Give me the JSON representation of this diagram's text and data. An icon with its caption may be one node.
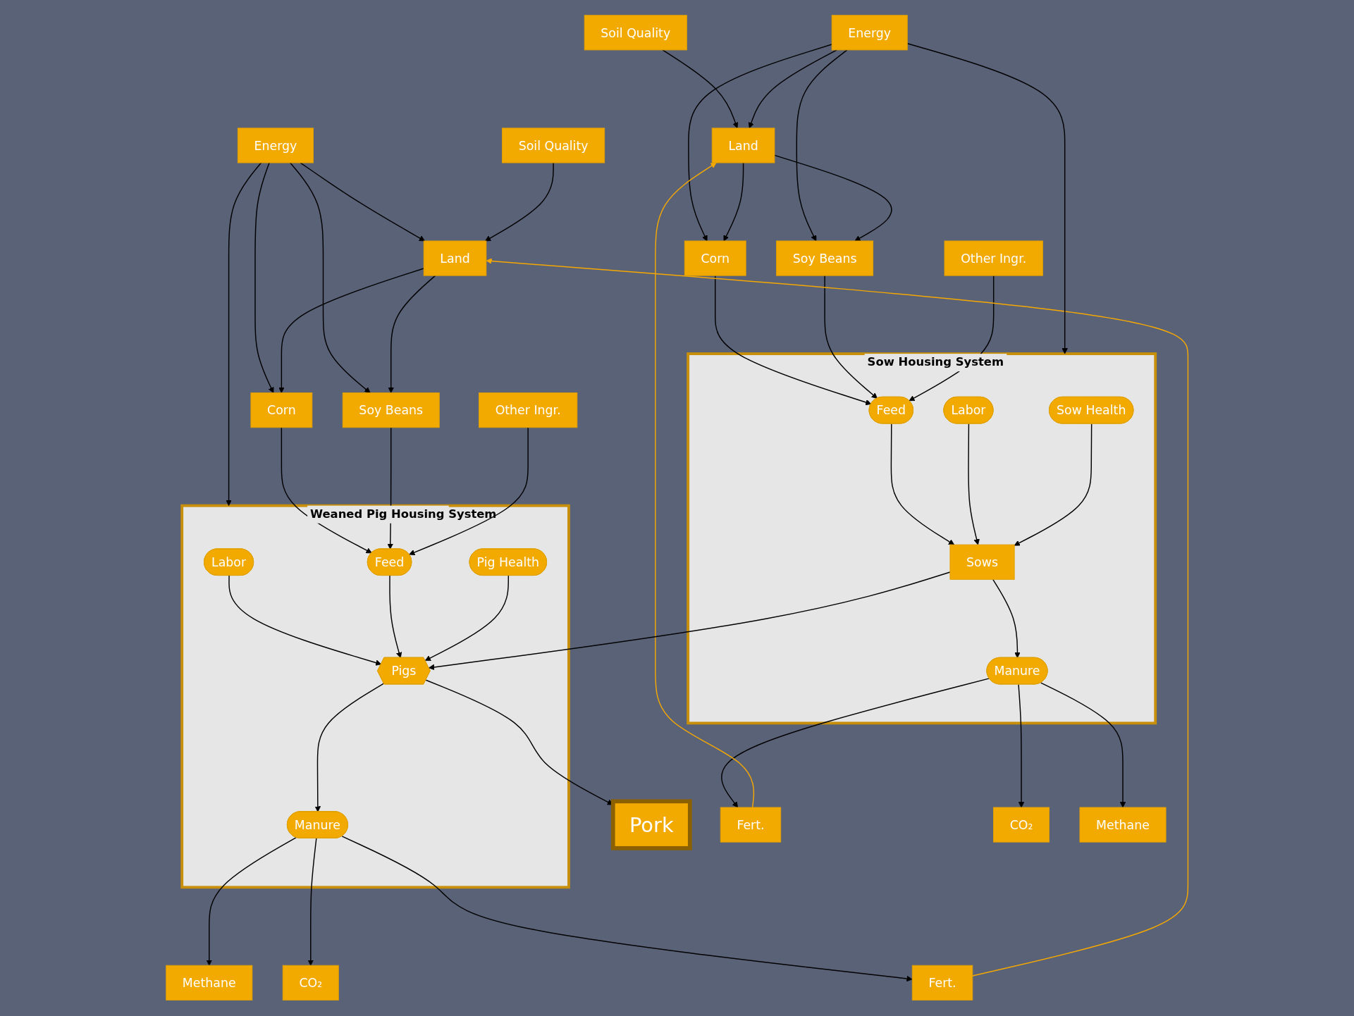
{
  "diagram": {
    "nodes": [
      {
        "text": [
          "Soil Quality"
        ]
      },
      {
        "text": [
          "Energy"
        ]
      },
      {
        "text": [
          "Energy"
        ]
      },
      {
        "text": [
          "Soil Quality"
        ]
      },
      {
        "text": [
          "Land"
        ]
      },
      {
        "text": [
          "Land"
        ]
      },
      {
        "text": [
          "Corn"
        ]
      },
      {
        "text": [
          "Soy Beans"
        ]
      },
      {
        "text": [
          "Other Ingr."
        ]
      },
      {
        "text": [
          "Corn"
        ]
      },
      {
        "text": [
          "Soy Beans"
        ]
      },
      {
        "text": [
          "Other Ingr."
        ]
      },
      {
        "text": [
          "Sow Housing System"
        ]
      },
      {
        "text": [
          "Feed"
        ],
        "in": 12
      },
      {
        "text": [
          "Labor"
        ],
        "in": 12
      },
      {
        "text": [
          "Sows"
        ],
        "in": 12
      },
      {
        "text": [
          "Sow Health"
        ],
        "in": 12
      },
      {
        "text": [
          "Manure"
        ],
        "in": 12
      },
      {
        "text": [
          "Weaned Pig Housing System"
        ]
      },
      {
        "text": [
          "Labor"
        ],
        "in": 18
      },
      {
        "text": [
          "Feed"
        ],
        "in": 18
      },
      {
        "text": [
          "Pig Health"
        ],
        "in": 18
      },
      {
        "text": [
          "Pigs"
        ],
        "in": 18
      },
      {
        "text": [
          "Manure"
        ],
        "in": 18
      },
      {
        "text": [
          "Pork"
        ]
      },
      {
        "text": [
          "Fert."
        ]
      },
      {
        "text": [
          "CO₂"
        ]
      },
      {
        "text": [
          "Methane"
        ]
      },
      {
        "text": [
          "Methane"
        ]
      },
      {
        "text": [
          "CO₂"
        ]
      },
      {
        "text": [
          "Fert."
        ]
      }
    ],
    "edges": [
      {
        "from": 0,
        "to": 4,
        "arrow": "to"
      },
      {
        "from": 1,
        "to": 4,
        "arrow": "to"
      },
      {
        "from": 1,
        "to": 6,
        "arrow": "to"
      },
      {
        "from": 1,
        "to": 7,
        "arrow": "to"
      },
      {
        "from": 1,
        "to": 12,
        "arrow": "to"
      },
      {
        "from": 4,
        "to": 6,
        "arrow": "to"
      },
      {
        "from": 4,
        "to": 7,
        "arrow": "to"
      },
      {
        "from": 6,
        "to": 13,
        "arrow": "to"
      },
      {
        "from": 7,
        "to": 13,
        "arrow": "to"
      },
      {
        "from": 8,
        "to": 13,
        "arrow": "to"
      },
      {
        "from": 13,
        "to": 15,
        "arrow": "to"
      },
      {
        "from": 14,
        "to": 15,
        "arrow": "to"
      },
      {
        "from": 16,
        "to": 15,
        "arrow": "to"
      },
      {
        "from": 15,
        "to": 17,
        "arrow": "to"
      },
      {
        "from": 17,
        "to": 25,
        "arrow": "to"
      },
      {
        "from": 17,
        "to": 26,
        "arrow": "to"
      },
      {
        "from": 17,
        "to": 27,
        "arrow": "to"
      },
      {
        "from": 25,
        "to": 4,
        "arrow": "to",
        "color": "#f5a800"
      },
      {
        "from": 2,
        "to": 5,
        "arrow": "to"
      },
      {
        "from": 3,
        "to": 5,
        "arrow": "to"
      },
      {
        "from": 2,
        "to": 18,
        "arrow": "to"
      },
      {
        "from": 2,
        "to": 9,
        "arrow": "to"
      },
      {
        "from": 2,
        "to": 10,
        "arrow": "to"
      },
      {
        "from": 5,
        "to": 9,
        "arrow": "to"
      },
      {
        "from": 5,
        "to": 10,
        "arrow": "to"
      },
      {
        "from": 9,
        "to": 20,
        "arrow": "to"
      },
      {
        "from": 10,
        "to": 20,
        "arrow": "to"
      },
      {
        "from": 11,
        "to": 20,
        "arrow": "to"
      },
      {
        "from": 19,
        "to": 22,
        "arrow": "to"
      },
      {
        "from": 20,
        "to": 22,
        "arrow": "to"
      },
      {
        "from": 21,
        "to": 22,
        "arrow": "to"
      },
      {
        "from": 15,
        "to": 22,
        "arrow": "to"
      },
      {
        "from": 22,
        "to": 24,
        "arrow": "to"
      },
      {
        "from": 22,
        "to": 23,
        "arrow": "to"
      },
      {
        "from": 23,
        "to": 28,
        "arrow": "to"
      },
      {
        "from": 23,
        "to": 29,
        "arrow": "to"
      },
      {
        "from": 23,
        "to": 30,
        "arrow": "to"
      },
      {
        "from": 30,
        "to": 5,
        "arrow": "to",
        "color": "#f5a800"
      }
    ]
  }
}
